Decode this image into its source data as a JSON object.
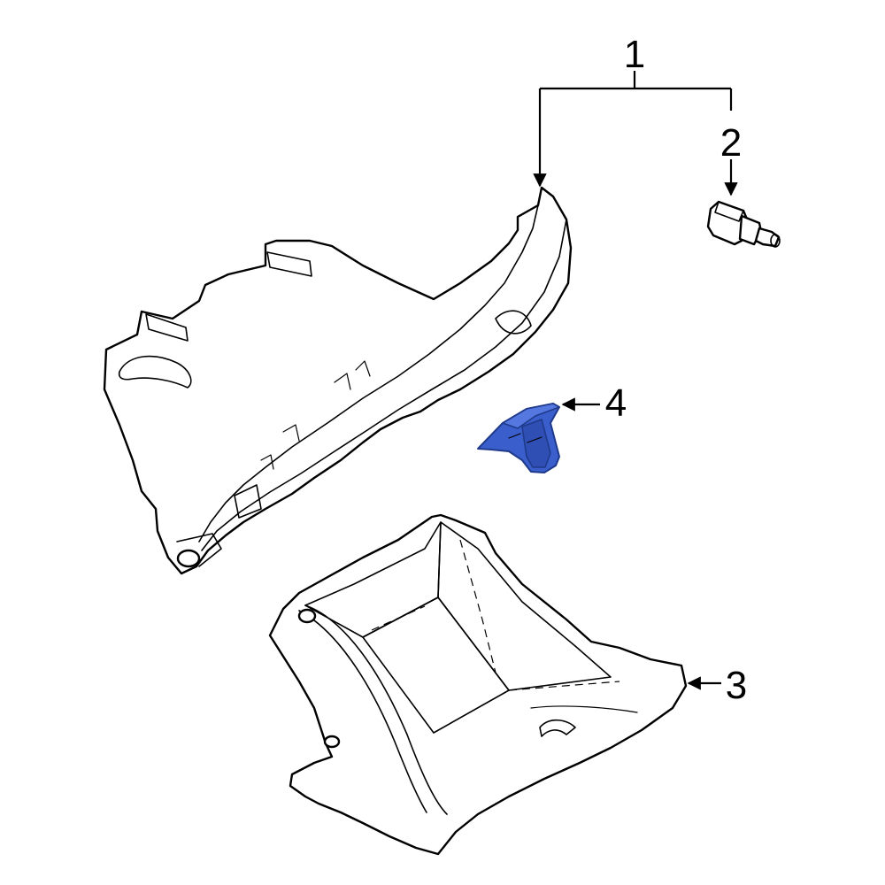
{
  "callouts": {
    "part1": "1",
    "part2": "2",
    "part3": "3",
    "part4": "4"
  },
  "colors": {
    "highlight_fill": "#3a5fcd",
    "highlight_stroke": "#1f3a8a",
    "line": "#000000",
    "background": "#ffffff"
  },
  "highlighted_part": "4"
}
